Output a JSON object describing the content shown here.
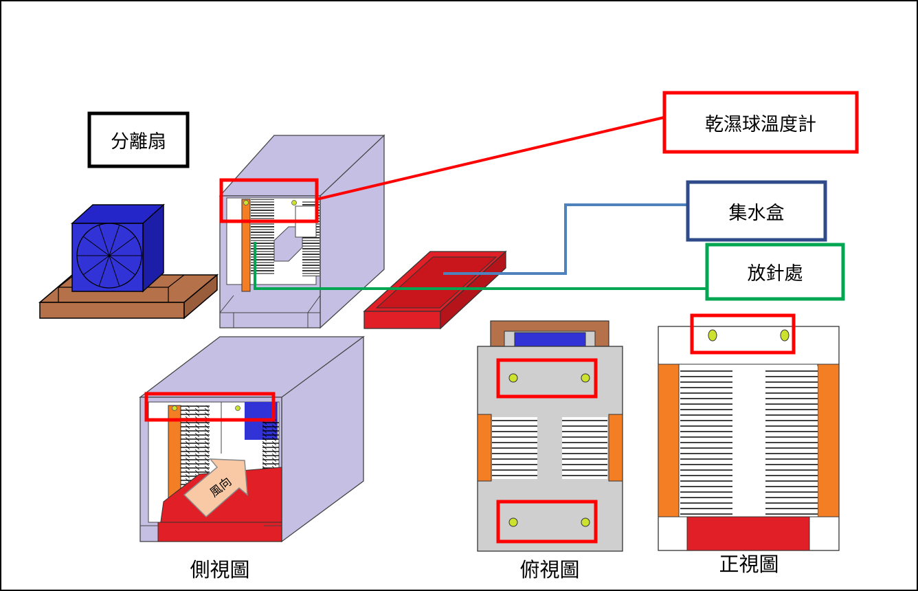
{
  "labels": {
    "fan": "分離扇",
    "thermometer": "乾濕球溫度計",
    "water_box": "集水盒",
    "needle": "放針處",
    "wind": "風向"
  },
  "captions": {
    "side": "側視圖",
    "top": "俯視圖",
    "front": "正視圖"
  },
  "colors": {
    "housing": "#c5bfe4",
    "fan": "#3233d6",
    "base": "#b5714a",
    "water_box": "#e11f26",
    "orange_bar": "#f47e23",
    "highlight_red": "#ff0000",
    "line_blue": "#4f81bd",
    "border_blue": "#2f4b8a",
    "line_green": "#00a651",
    "dot": "#cce22f",
    "top_view_gray": "#cfcfcf"
  }
}
